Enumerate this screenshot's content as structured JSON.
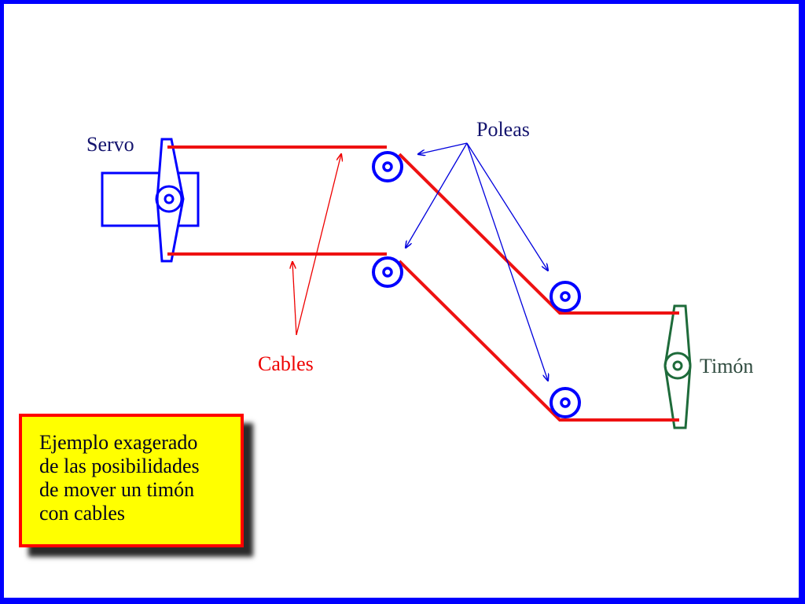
{
  "diagram": {
    "labels": {
      "servo": "Servo",
      "poleas": "Poleas",
      "cables": "Cables",
      "timon": "Timón"
    },
    "note": {
      "lines": [
        "Ejemplo exagerado",
        "de las posibilidades",
        "de mover un timón",
        "con cables"
      ]
    },
    "colors": {
      "frame": "#0000ff",
      "servo": "#0000ff",
      "pulleys": "#0000ff",
      "cables": "#ee1111",
      "timon": "#1e6b3a",
      "note_fill": "#ffff00",
      "note_border": "#ff0000"
    }
  }
}
